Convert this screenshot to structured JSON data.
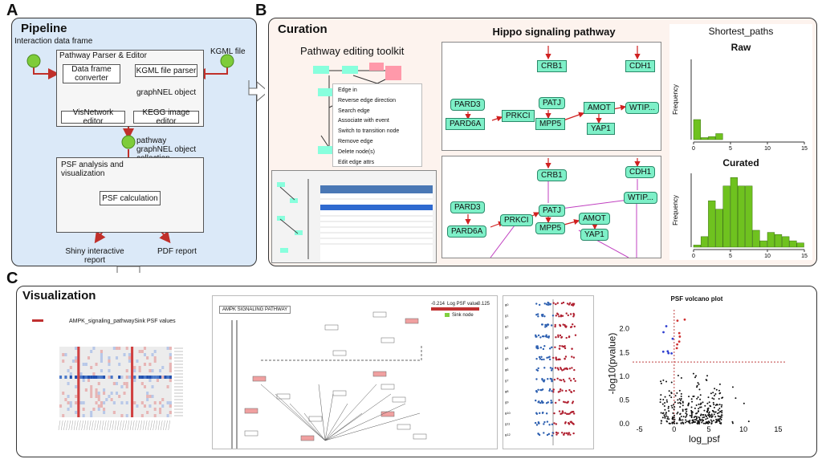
{
  "panels": {
    "a": "A",
    "b": "B",
    "c": "C"
  },
  "pipeline": {
    "title": "Pipeline",
    "interaction_df": "Interaction data frame",
    "kgml_file": "KGML file",
    "parser_editor": "Pathway Parser & Editor",
    "df_converter": "Data frame converter",
    "kgml_parser": "KGML file parser",
    "graphnel": "graphNEL object",
    "visnetwork": "VisNetwork editor",
    "kegg_editor": "KEGG image editor",
    "collection": "pathway graphNEL object collection",
    "psf_analysis": "PSF analysis and visualization",
    "psf_calc": "PSF calculation",
    "shiny": "Shiny interactive report",
    "pdf": "PDF report"
  },
  "curation": {
    "title": "Curation",
    "toolkit_title": "Pathway editing toolkit",
    "menu_items": [
      "Edge in",
      "Reverse edge direction",
      "Search edge",
      "Associate with event",
      "Switch to transition node",
      "Remove edge",
      "Delete node(s)",
      "Edit edge attrs"
    ],
    "hippo_title": "Hippo signaling pathway",
    "nodes": {
      "crb1": "CRB1",
      "cdh1": "CDH1",
      "pard3": "PARD3",
      "pard6a": "PARD6A",
      "prkci": "PRKCI",
      "patj": "PATJ",
      "mpp5": "MPP5",
      "amot": "AMOT",
      "yap1": "YAP1",
      "wtip": "WTIP..."
    },
    "shortest_title": "Shortest_paths",
    "raw_title": "Raw",
    "curated_title": "Curated",
    "ylabel": "Frequency"
  },
  "chart_data": [
    {
      "type": "bar",
      "title": "Raw",
      "ylabel": "Frequency",
      "x": [
        0,
        1,
        2,
        3
      ],
      "values": [
        20,
        2,
        3,
        6
      ],
      "xlim": [
        0,
        15
      ],
      "ylim": [
        0,
        80
      ],
      "xticks": [
        0,
        5,
        10,
        15
      ],
      "color": "#6fc21f"
    },
    {
      "type": "bar",
      "title": "Curated",
      "ylabel": "Frequency",
      "x": [
        0,
        1,
        2,
        3,
        4,
        5,
        6,
        7,
        8,
        9,
        10,
        11,
        12,
        13,
        14
      ],
      "values": [
        1,
        5,
        22,
        18,
        29,
        33,
        29,
        29,
        8,
        3,
        7,
        6,
        5,
        3,
        2
      ],
      "xlim": [
        0,
        15
      ],
      "ylim": [
        0,
        35
      ],
      "xticks": [
        0,
        5,
        10,
        15
      ],
      "color": "#6fc21f"
    }
  ],
  "visualization": {
    "title": "Visualization",
    "heatmap_title": "AMPK_signaling_pathwaySink PSF values",
    "ampk_header": "AMPK SIGNALING PATHWAY",
    "legend_min": "-0.214",
    "legend_label": "Log PSF value",
    "legend_max": "0.125",
    "sink_node": "Sink node",
    "volcano_title": "PSF volcano plot",
    "volcano_ylabel": "-log10(pvalue)",
    "volcano_xlabel": "log_psf",
    "volcano_yticks": [
      "0.0",
      "0.5",
      "1.0",
      "1.5",
      "2.0"
    ],
    "volcano_xticks": [
      "-5",
      "0",
      "5",
      "10",
      "15"
    ]
  },
  "colors": {
    "pipeline_bg": "#dbe9f8",
    "curation_bg": "#fdf3ee",
    "node": "#7ef0c8",
    "bar": "#6fc21f",
    "arrow": "#c0302a"
  }
}
